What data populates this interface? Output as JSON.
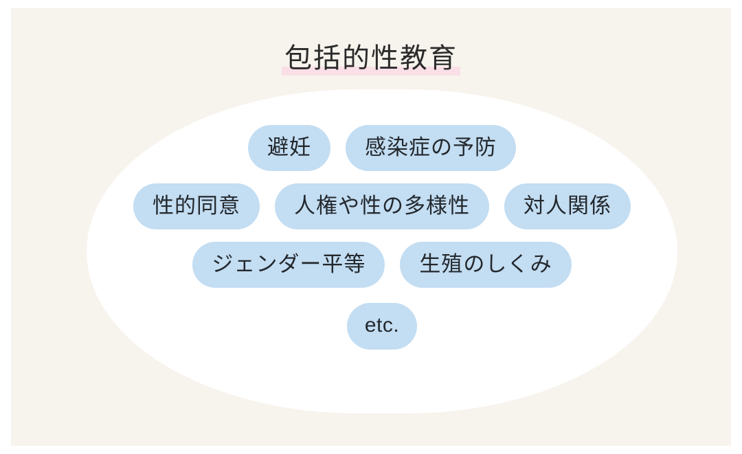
{
  "slide": {
    "background_color": "#ffffff",
    "canvas_color": "#f7f3ed",
    "blob_color": "#ffffff"
  },
  "title": {
    "text": "包括的性教育",
    "highlight_color": "#fadfe7",
    "text_color": "#2b2b2b"
  },
  "pills": {
    "fill_color": "#c3ddf2",
    "text_color": "#23282d",
    "rows": [
      {
        "items": [
          {
            "label": "避妊"
          },
          {
            "label": "感染症の予防"
          }
        ]
      },
      {
        "items": [
          {
            "label": "性的同意"
          },
          {
            "label": "人権や性の多様性"
          },
          {
            "label": "対人関係"
          }
        ]
      },
      {
        "items": [
          {
            "label": "ジェンダー平等"
          },
          {
            "label": "生殖のしくみ"
          }
        ]
      },
      {
        "items": [
          {
            "label": "etc."
          }
        ]
      }
    ]
  }
}
